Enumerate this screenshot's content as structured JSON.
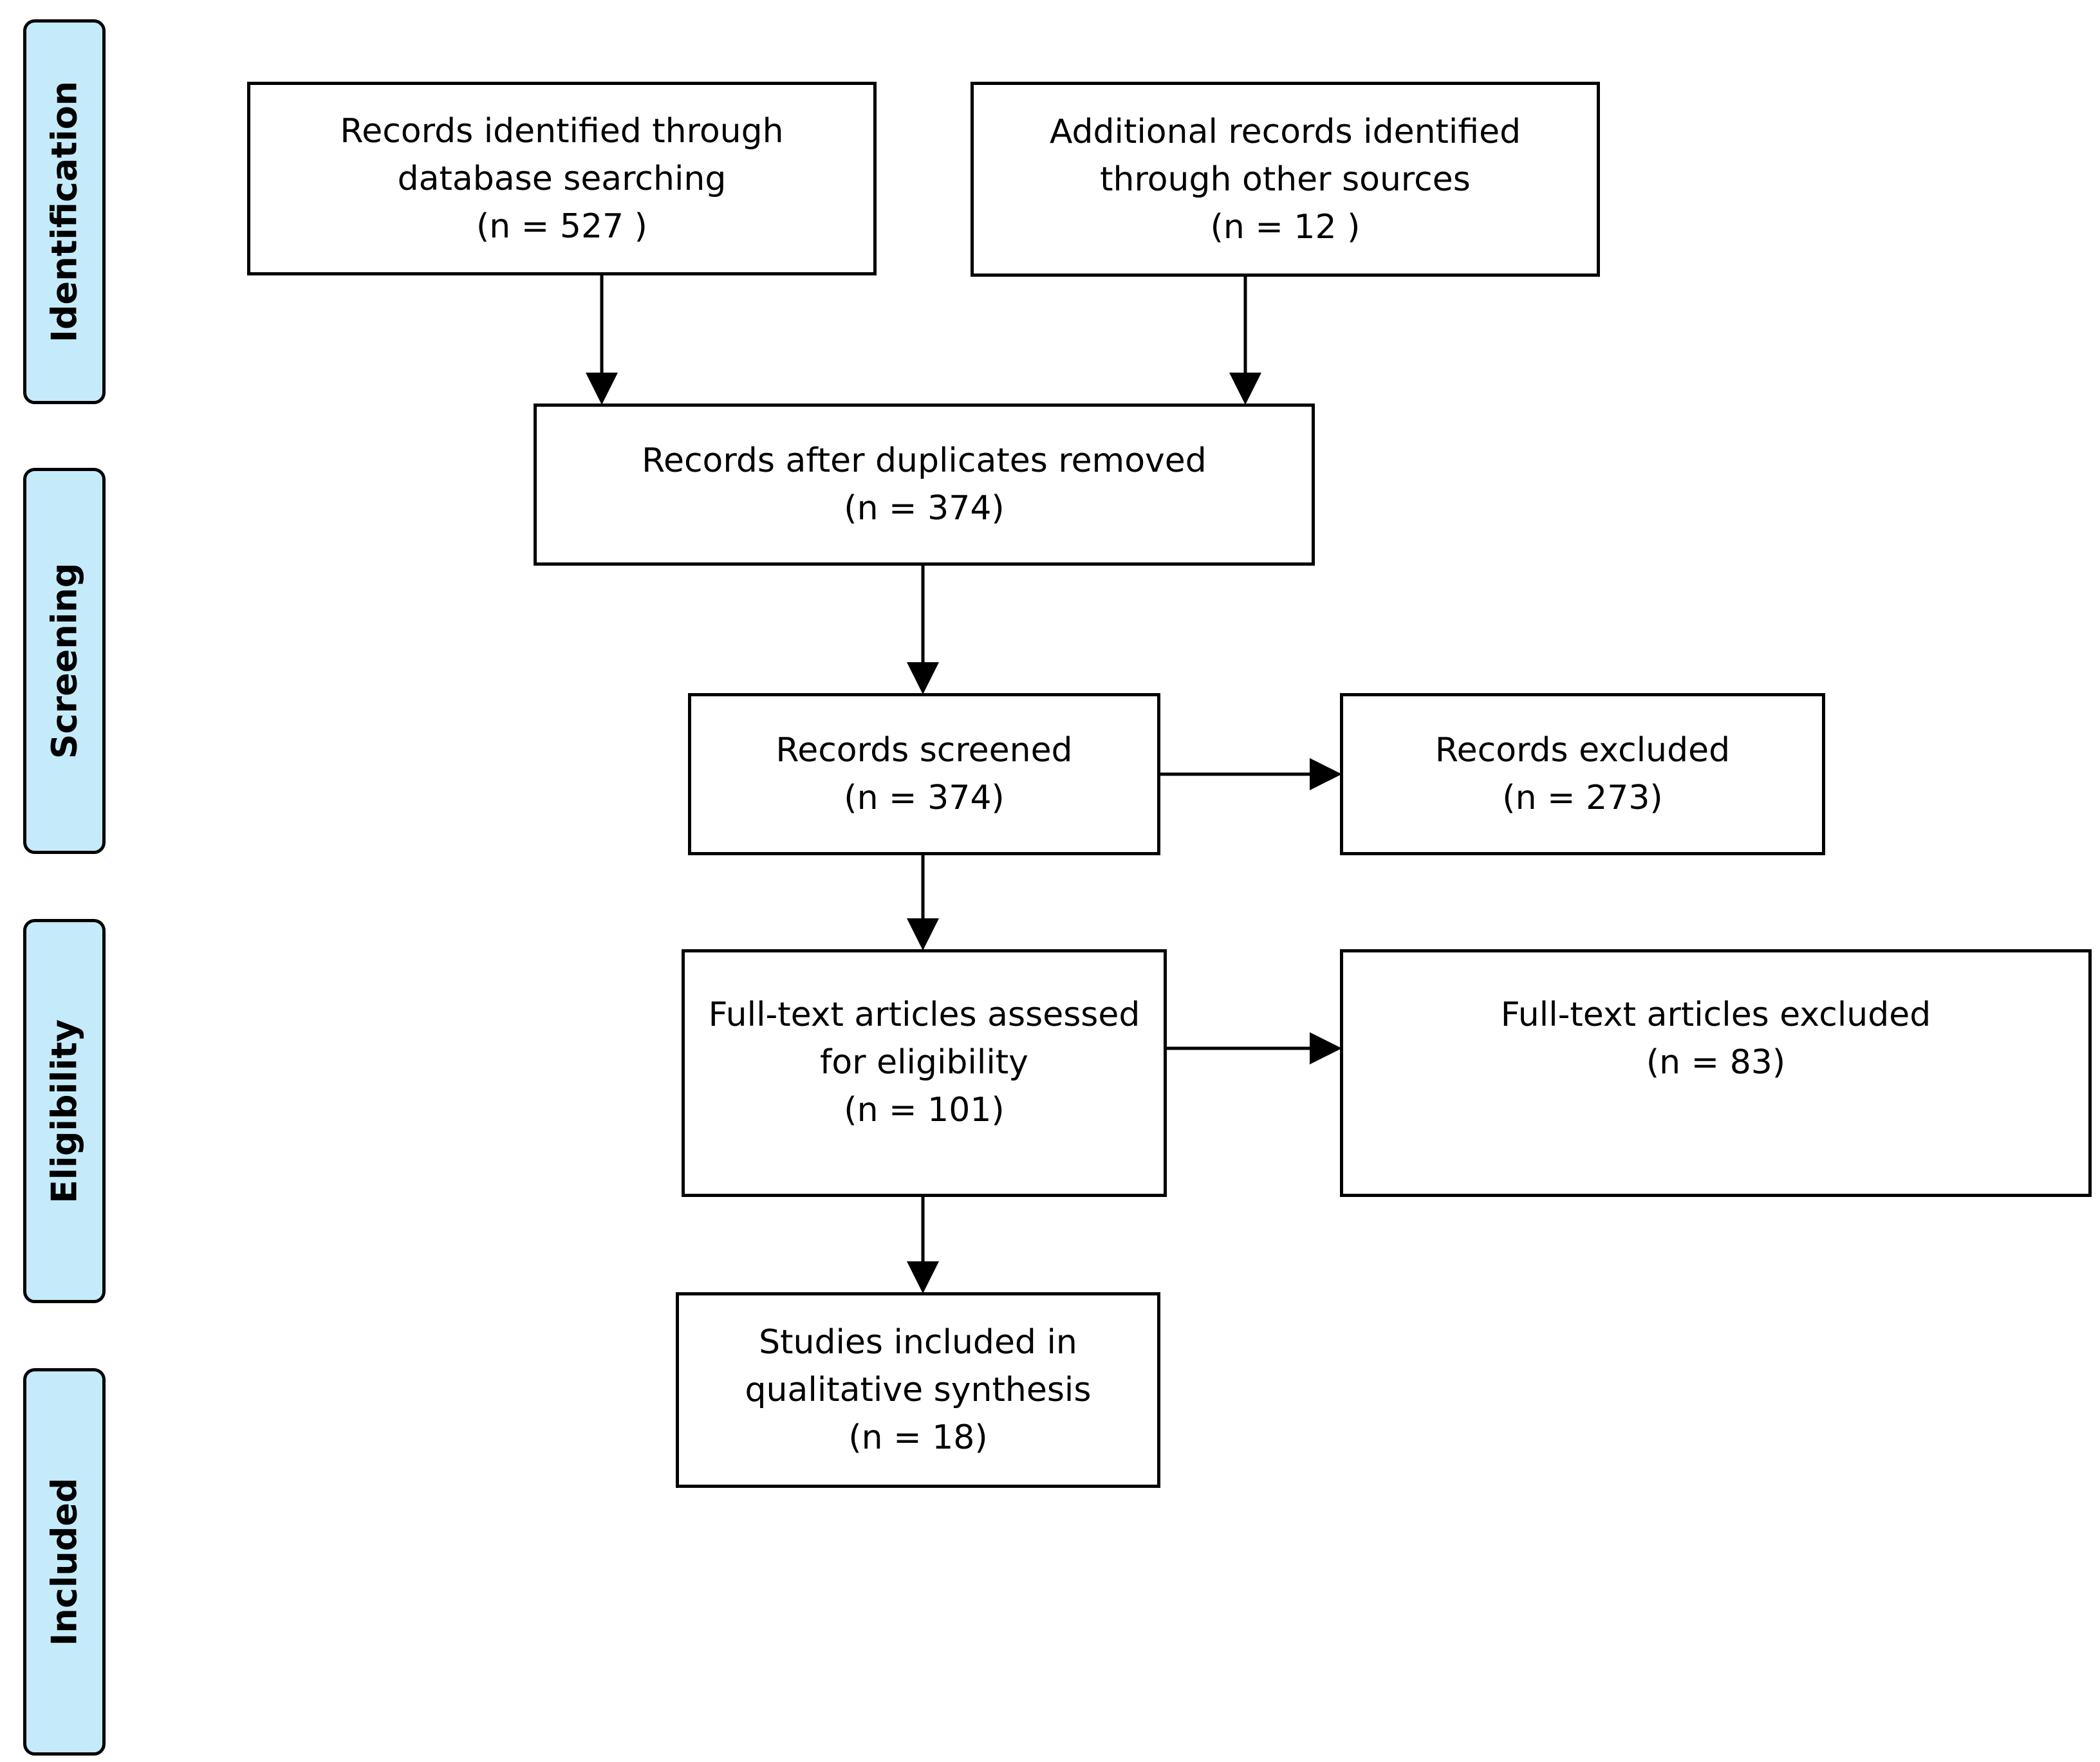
{
  "phases": {
    "identification": "Identification",
    "screening": "Screening",
    "eligibility": "Eligibility",
    "included": "Included"
  },
  "boxes": {
    "database_search": {
      "line1": "Records identified through",
      "line2": "database searching",
      "count": "(n = 527 )"
    },
    "other_sources": {
      "line1": "Additional records identified",
      "line2": "through other sources",
      "count": "(n = 12 )"
    },
    "after_duplicates": {
      "line1": "Records after duplicates removed",
      "count": "(n = 374)"
    },
    "screened": {
      "line1": "Records screened",
      "count": "(n = 374)"
    },
    "excluded": {
      "line1": "Records excluded",
      "count": "(n = 273)"
    },
    "fulltext_assessed": {
      "line1": "Full-text articles assessed",
      "line2": "for eligibility",
      "count": "(n = 101)"
    },
    "fulltext_excluded": {
      "line1": "Full-text articles excluded",
      "count": "(n = 83)"
    },
    "included": {
      "line1": "Studies included in",
      "line2": "qualitative synthesis",
      "count": "(n = 18)"
    }
  }
}
